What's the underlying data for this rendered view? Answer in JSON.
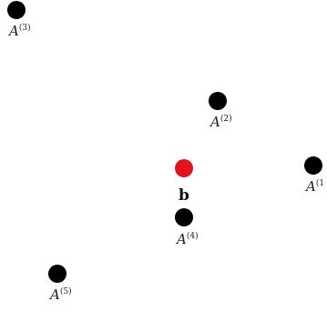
{
  "colors": {
    "point": "#000000",
    "highlight": "#e0141e",
    "text": "#222222"
  },
  "points": [
    {
      "id": "A3",
      "base": "A",
      "sup": "(3)"
    },
    {
      "id": "A2",
      "base": "A",
      "sup": "(2)"
    },
    {
      "id": "A1",
      "base": "A",
      "sup": "(1"
    },
    {
      "id": "A4",
      "base": "A",
      "sup": "(4)"
    },
    {
      "id": "A5",
      "base": "A",
      "sup": "(5)"
    }
  ],
  "vector": {
    "label": "b"
  }
}
